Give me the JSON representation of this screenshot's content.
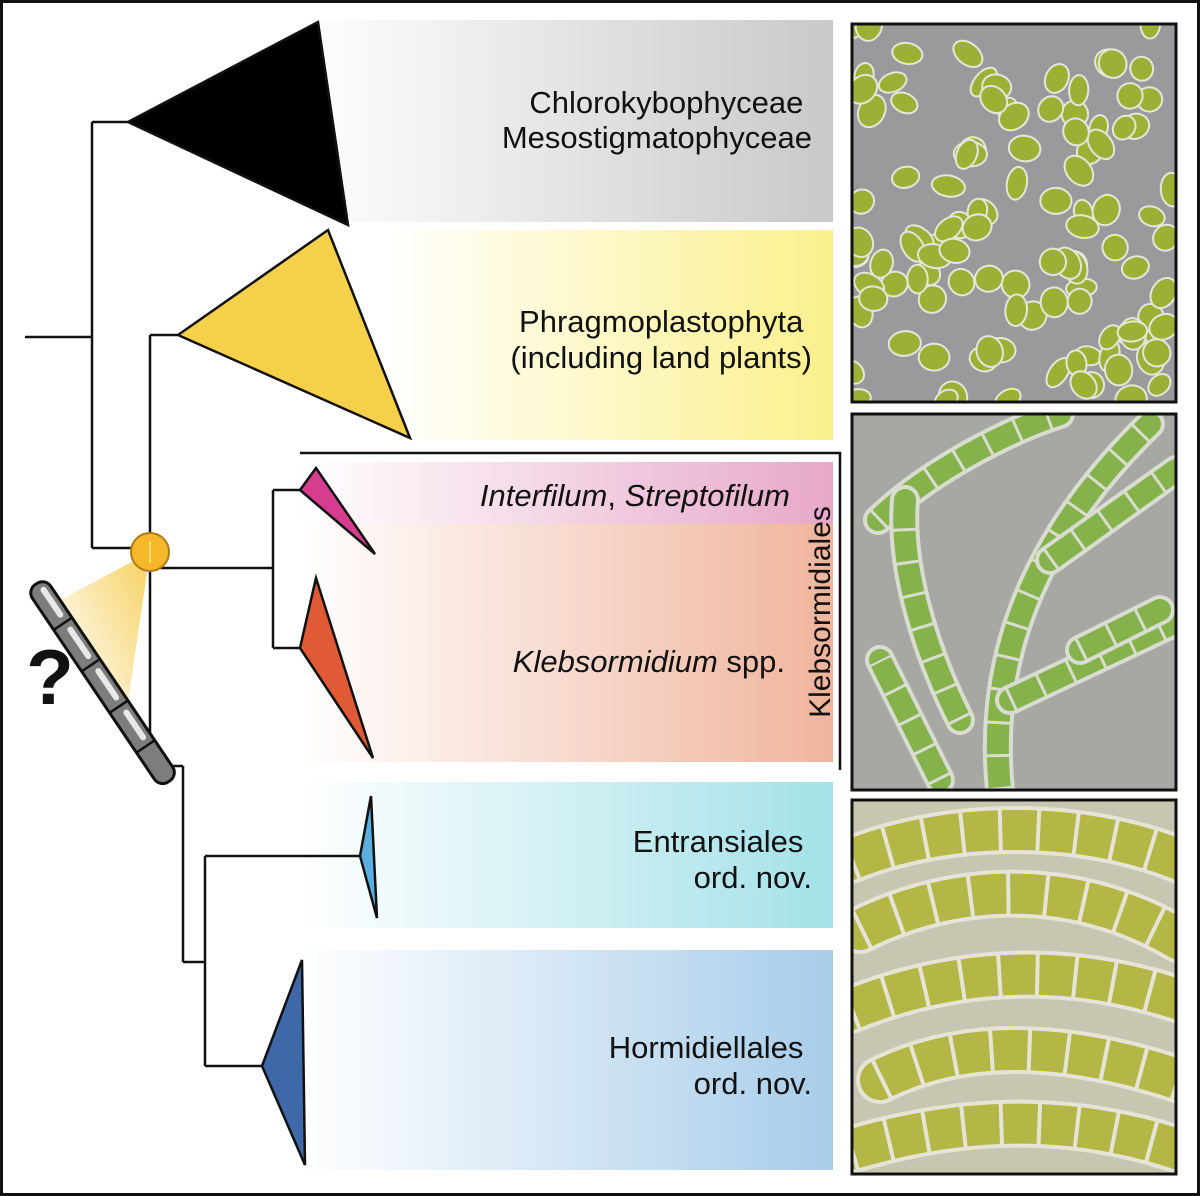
{
  "clades": [
    {
      "id": "chloro",
      "lines": [
        {
          "parts": [
            {
              "text": "Chlorokybophyceae",
              "italic": false
            }
          ]
        },
        {
          "parts": [
            {
              "text": "Mesostigmatophyceae",
              "italic": false
            }
          ]
        }
      ],
      "color": "#000000",
      "band_color": "#c9c9c9"
    },
    {
      "id": "phragmo",
      "lines": [
        {
          "parts": [
            {
              "text": "Phragmoplastophyta",
              "italic": false
            }
          ]
        },
        {
          "parts": [
            {
              "text": "(including land plants)",
              "italic": false
            }
          ]
        }
      ],
      "color": "#f5d04a",
      "band_color": "#fbf08c"
    },
    {
      "id": "interfilum",
      "lines": [
        {
          "parts": [
            {
              "text": "Interfilum",
              "italic": true
            },
            {
              "text": ", ",
              "italic": false
            },
            {
              "text": "Streptofilum",
              "italic": true
            }
          ]
        }
      ],
      "color": "#d63d8e",
      "band_color": "#e7a8c8"
    },
    {
      "id": "klebsormidium",
      "lines": [
        {
          "parts": [
            {
              "text": "Klebsormidium",
              "italic": true
            },
            {
              "text": " spp.",
              "italic": false
            }
          ]
        }
      ],
      "color": "#e05a35",
      "band_color": "#f0b49c"
    },
    {
      "id": "entransiales",
      "lines": [
        {
          "parts": [
            {
              "text": "Entransiales",
              "italic": false
            }
          ]
        },
        {
          "parts": [
            {
              "text": "ord. nov.",
              "italic": false
            }
          ]
        }
      ],
      "color": "#5aaee0",
      "band_color": "#a3e1e8"
    },
    {
      "id": "hormidiellales",
      "lines": [
        {
          "parts": [
            {
              "text": "Hormidiellales",
              "italic": false
            }
          ]
        },
        {
          "parts": [
            {
              "text": "ord. nov.",
              "italic": false
            }
          ]
        }
      ],
      "color": "#3f68a8",
      "band_color": "#a8cdea"
    }
  ],
  "bracket": {
    "label": "Klebsormidiales"
  },
  "unknown_ancestor": {
    "symbol": "?",
    "node_color": "#f5b82a"
  },
  "photos": [
    {
      "id": "photo-cells",
      "bg": "#9a9a9c",
      "cell": "#9cb036"
    },
    {
      "id": "photo-filaments",
      "bg": "#a7a7a3",
      "cell": "#85b24a"
    },
    {
      "id": "photo-chains",
      "bg": "#c8c6b0",
      "cell": "#b4b646"
    }
  ]
}
